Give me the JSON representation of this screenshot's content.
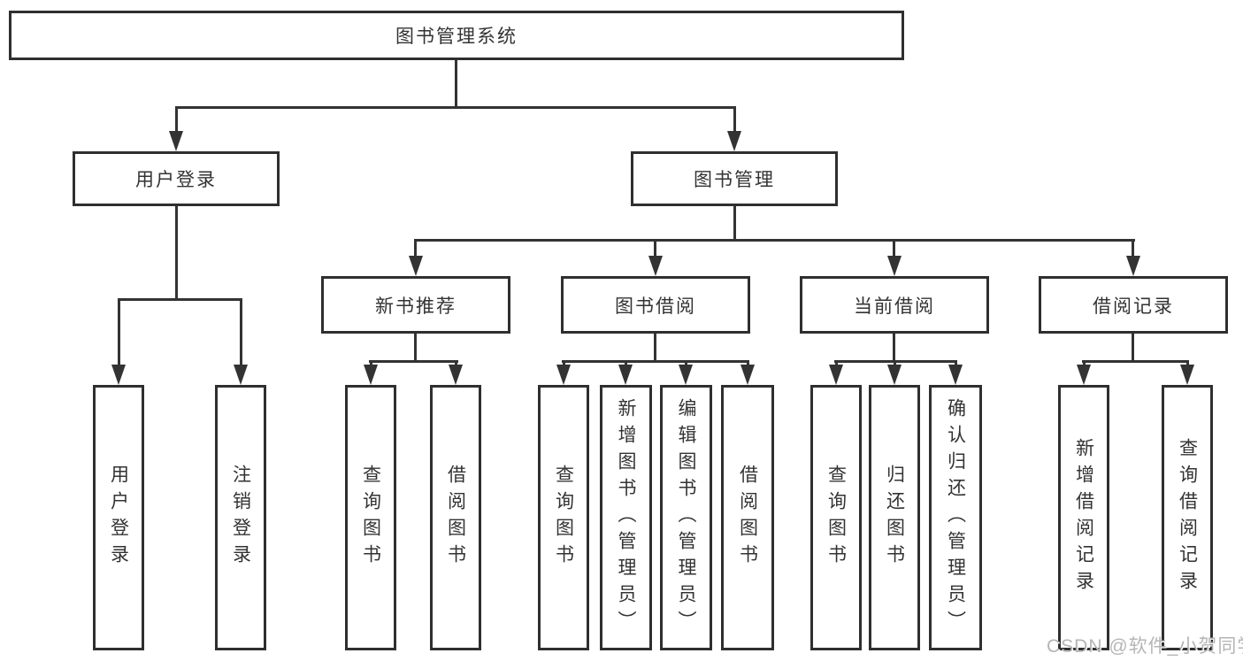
{
  "diagram": {
    "root": "图书管理系统",
    "branches": [
      {
        "label": "用户登录",
        "children": [
          "用户登录",
          "注销登录"
        ]
      },
      {
        "label": "图书管理",
        "children": [
          {
            "label": "新书推荐",
            "children": [
              "查询图书",
              "借阅图书"
            ]
          },
          {
            "label": "图书借阅",
            "children": [
              "查询图书",
              "新增图书（管理员）",
              "编辑图书（管理员）",
              "借阅图书"
            ]
          },
          {
            "label": "当前借阅",
            "children": [
              "查询图书",
              "归还图书",
              "确认归还（管理员）"
            ]
          },
          {
            "label": "借阅记录",
            "children": [
              "新增借阅记录",
              "查询借阅记录"
            ]
          }
        ]
      }
    ],
    "watermark": "CSDN @软件_小贺同学"
  }
}
